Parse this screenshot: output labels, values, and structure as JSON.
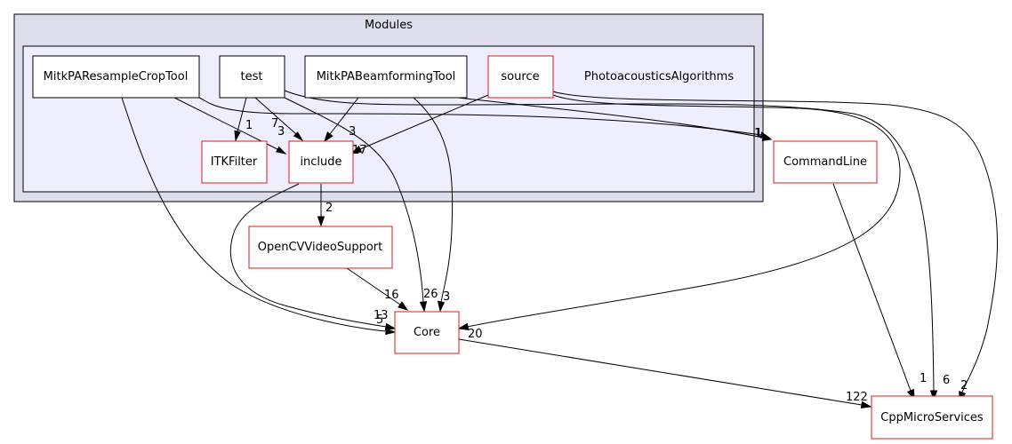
{
  "clusters": {
    "modules": {
      "label": "Modules"
    },
    "photoacoustics": {
      "label": "PhotoacousticsAlgorithms"
    }
  },
  "nodes": {
    "resample": {
      "label": "MitkPAResampleCropTool",
      "border_color": "#000000"
    },
    "test": {
      "label": "test",
      "border_color": "#000000"
    },
    "beamforming": {
      "label": "MitkPABeamformingTool",
      "border_color": "#000000"
    },
    "source": {
      "label": "source",
      "border_color": "#e0191a"
    },
    "itkfilter": {
      "label": "ITKFilter",
      "border_color": "#e0191a"
    },
    "include": {
      "label": "include",
      "border_color": "#e0191a"
    },
    "commandline": {
      "label": "CommandLine",
      "border_color": "#e0191a"
    },
    "opencv": {
      "label": "OpenCVVideoSupport",
      "border_color": "#e0191a"
    },
    "core": {
      "label": "Core",
      "border_color": "#e0191a"
    },
    "cppmicro": {
      "label": "CppMicroServices",
      "border_color": "#e0191a"
    }
  },
  "edges": [
    {
      "id": "resample-include",
      "from": "MitkPAResampleCropTool",
      "to": "include",
      "label": "3"
    },
    {
      "id": "resample-commandline",
      "from": "MitkPAResampleCropTool",
      "to": "CommandLine",
      "label": "1"
    },
    {
      "id": "resample-core",
      "from": "MitkPAResampleCropTool",
      "to": "Core",
      "label": "5"
    },
    {
      "id": "test-itkfilter",
      "from": "test",
      "to": "ITKFilter",
      "label": "1"
    },
    {
      "id": "test-include",
      "from": "test",
      "to": "include",
      "label": "7"
    },
    {
      "id": "test-core",
      "from": "test",
      "to": "Core",
      "label": "26"
    },
    {
      "id": "test-cppmicro",
      "from": "test",
      "to": "CppMicroServices",
      "label": "6"
    },
    {
      "id": "beamforming-include",
      "from": "MitkPABeamformingTool",
      "to": "include",
      "label": "3"
    },
    {
      "id": "beamforming-commandline",
      "from": "MitkPABeamformingTool",
      "to": "CommandLine",
      "label": "1"
    },
    {
      "id": "beamforming-core",
      "from": "MitkPABeamformingTool",
      "to": "Core",
      "label": "3"
    },
    {
      "id": "source-include",
      "from": "source",
      "to": "include",
      "label": "17"
    },
    {
      "id": "source-core",
      "from": "source",
      "to": "Core",
      "label": "20"
    },
    {
      "id": "source-cppmicro",
      "from": "source",
      "to": "CppMicroServices",
      "label": "2"
    },
    {
      "id": "include-opencv",
      "from": "include",
      "to": "OpenCVVideoSupport",
      "label": "2"
    },
    {
      "id": "include-core",
      "from": "include",
      "to": "Core",
      "label": "13"
    },
    {
      "id": "opencv-core",
      "from": "OpenCVVideoSupport",
      "to": "Core",
      "label": "16"
    },
    {
      "id": "commandline-cppmicro",
      "from": "CommandLine",
      "to": "CppMicroServices",
      "label": "1"
    },
    {
      "id": "core-cppmicro",
      "from": "Core",
      "to": "CppMicroServices",
      "label": "122"
    }
  ],
  "colors": {
    "modules_fill": "#dddded",
    "modules_stroke": "#000000",
    "inner_fill": "#eeeefe",
    "inner_stroke": "#000000"
  }
}
